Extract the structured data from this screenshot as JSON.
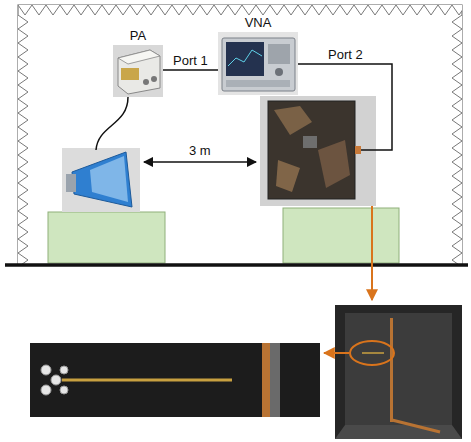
{
  "diagram": {
    "nodes": [
      {
        "text": [
          "PA"
        ]
      },
      {
        "text": [
          "VNA"
        ]
      }
    ],
    "edges": [
      {
        "from": 0,
        "to": 1,
        "arrow": "none",
        "label": "Port 1"
      }
    ],
    "labels": [
      "Port 2",
      "3 m"
    ]
  }
}
